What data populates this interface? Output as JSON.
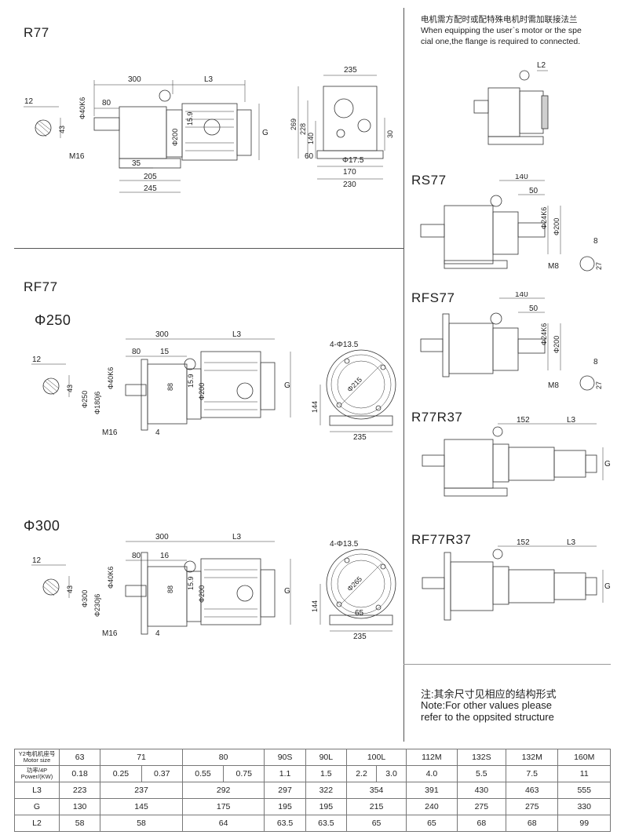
{
  "sections": {
    "r77": {
      "title": "R77"
    },
    "rf77": {
      "title": "RF77"
    },
    "phi250": {
      "title": "Φ250"
    },
    "phi300": {
      "title": "Φ300"
    },
    "rs77": {
      "title": "RS77"
    },
    "rfs77": {
      "title": "RFS77"
    },
    "r77r37": {
      "title": "R77R37"
    },
    "rf77r37": {
      "title": "RF77R37"
    }
  },
  "flange_note": {
    "cn": "电机需方配时或配特殊电机时需加联接法兰",
    "en1": "When equipping the user`s motor or the spe",
    "en2": "cial one,the flange is required to connected."
  },
  "bottom_note": {
    "cn": "注:其余尺寸见相应的结构形式",
    "en1": "Note:For other values please",
    "en2": "refer to the oppsited structure"
  },
  "dims": {
    "r77_front": [
      "300",
      "L3",
      "80",
      "12",
      "Φ40K6",
      "43",
      "M16",
      "35",
      "205",
      "245",
      "Φ200",
      "15.9",
      "G"
    ],
    "r77_side": [
      "235",
      "269",
      "228",
      "140",
      "30",
      "60",
      "Φ17.5",
      "170",
      "230"
    ],
    "flange_top": [
      "L2"
    ],
    "rs77": [
      "140",
      "50",
      "Φ24K6",
      "Φ200",
      "8",
      "27",
      "M8"
    ],
    "rfs77": [
      "140",
      "50",
      "Φ24K6",
      "Φ200",
      "8",
      "27",
      "M8"
    ],
    "r77r37": [
      "152",
      "L3",
      "G"
    ],
    "rf77r37": [
      "152",
      "L3",
      "G"
    ],
    "phi250_front": [
      "300",
      "L3",
      "80",
      "15",
      "12",
      "Φ40K6",
      "Φ180j6",
      "Φ250",
      "43",
      "88",
      "15.9",
      "Φ200",
      "G",
      "M16",
      "4"
    ],
    "phi250_side": [
      "4-Φ13.5",
      "Φ215",
      "144",
      "235"
    ],
    "phi300_front": [
      "300",
      "L3",
      "80",
      "16",
      "12",
      "Φ40K6",
      "Φ230j6",
      "Φ300",
      "43",
      "88",
      "15.9",
      "Φ200",
      "G",
      "M16",
      "4"
    ],
    "phi300_side": [
      "4-Φ13.5",
      "Φ265",
      "144",
      "65",
      "235"
    ]
  },
  "table": {
    "header_motor": [
      "Y2电机机座号",
      "Motor size"
    ],
    "header_power": [
      "功率/4P",
      "Power/(KW)"
    ],
    "motor_sizes": [
      "63",
      "71",
      "80",
      "90S",
      "90L",
      "100L",
      "112M",
      "132S",
      "132M",
      "160M"
    ],
    "power": [
      [
        "0.18"
      ],
      [
        "0.25",
        "0.37"
      ],
      [
        "0.55",
        "0.75"
      ],
      [
        "1.1"
      ],
      [
        "1.5"
      ],
      [
        "2.2",
        "3.0"
      ],
      [
        "4.0"
      ],
      [
        "5.5"
      ],
      [
        "7.5"
      ],
      [
        "11"
      ]
    ],
    "rows": [
      {
        "label": "L3",
        "values": [
          "223",
          "237",
          "292",
          "297",
          "322",
          "354",
          "391",
          "430",
          "463",
          "555"
        ]
      },
      {
        "label": "G",
        "values": [
          "130",
          "145",
          "175",
          "195",
          "195",
          "215",
          "240",
          "275",
          "275",
          "330"
        ]
      },
      {
        "label": "L2",
        "values": [
          "58",
          "58",
          "64",
          "63.5",
          "63.5",
          "65",
          "65",
          "68",
          "68",
          "99"
        ]
      }
    ]
  }
}
